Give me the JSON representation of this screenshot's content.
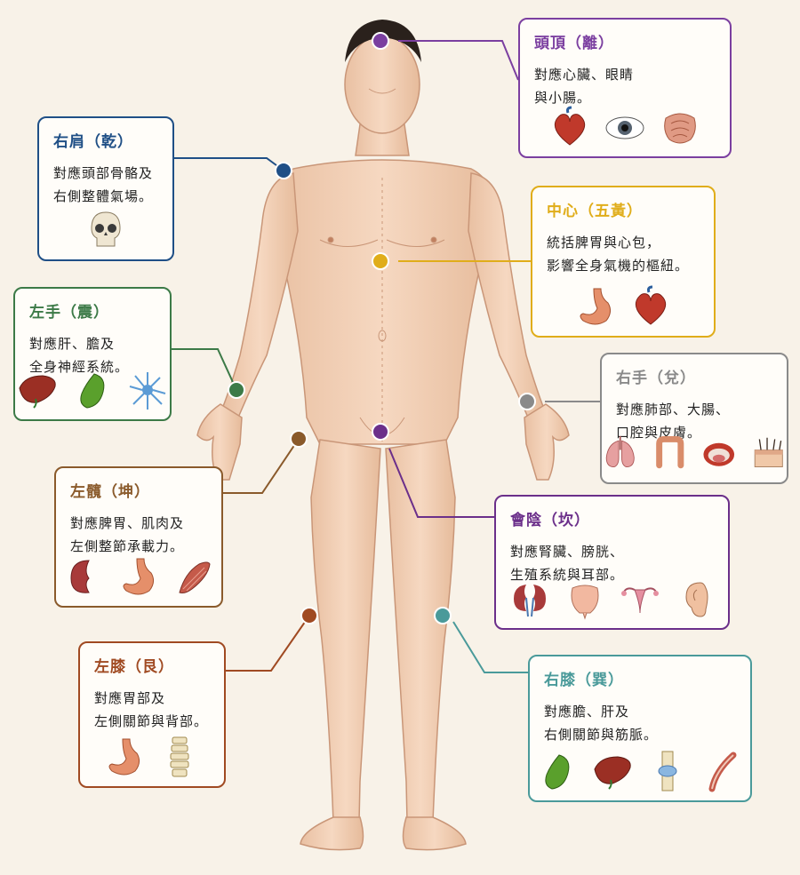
{
  "points": [
    {
      "id": "head",
      "title": "頭頂（離）",
      "lines": [
        "對應心臟、眼睛",
        "與小腸。"
      ],
      "color": "#7b3fa0",
      "icons": [
        "heart-icon",
        "eye-icon",
        "intestine-icon"
      ]
    },
    {
      "id": "right-shoulder",
      "title": "右肩（乾）",
      "lines": [
        "對應頭部骨骼及",
        "右側整體氣場。"
      ],
      "color": "#1f4f86",
      "icons": [
        "skull-icon"
      ]
    },
    {
      "id": "center",
      "title": "中心（五黃）",
      "lines": [
        "統括脾胃與心包，",
        "影響全身氣機的樞紐。"
      ],
      "color": "#e0ad1a",
      "icons": [
        "stomach-icon",
        "heart-icon"
      ]
    },
    {
      "id": "left-hand",
      "title": "左手（震）",
      "lines": [
        "對應肝、膽及",
        "全身神經系統。"
      ],
      "color": "#3c7a47",
      "icons": [
        "liver-icon",
        "gallbladder-icon",
        "neuron-icon"
      ]
    },
    {
      "id": "right-hand",
      "title": "右手（兌）",
      "lines": [
        "對應肺部、大腸、",
        "口腔與皮膚。"
      ],
      "color": "#8a8a8a",
      "icons": [
        "lungs-icon",
        "colon-icon",
        "mouth-icon",
        "skin-icon"
      ]
    },
    {
      "id": "left-hip",
      "title": "左髖（坤）",
      "lines": [
        "對應脾胃、肌肉及",
        "左側整節承載力。"
      ],
      "color": "#8a5a2b",
      "icons": [
        "kidney-icon",
        "stomach-icon",
        "muscle-icon"
      ]
    },
    {
      "id": "perineum",
      "title": "會陰（坎）",
      "lines": [
        "對應腎臟、膀胱、",
        "生殖系統與耳部。"
      ],
      "color": "#6b2f8a",
      "icons": [
        "kidneys-icon",
        "bladder-icon",
        "uterus-icon",
        "ear-icon"
      ]
    },
    {
      "id": "left-knee",
      "title": "左膝（艮）",
      "lines": [
        "對應胃部及",
        "左側關節與背部。"
      ],
      "color": "#a04a22",
      "icons": [
        "stomach-icon",
        "spine-icon"
      ]
    },
    {
      "id": "right-knee",
      "title": "右膝（巽）",
      "lines": [
        "對應膽、肝及",
        "右側關節與筋脈。"
      ],
      "color": "#4a9a9a",
      "icons": [
        "gallbladder-icon",
        "liver-icon",
        "knee-joint-icon",
        "tendon-icon"
      ]
    }
  ]
}
